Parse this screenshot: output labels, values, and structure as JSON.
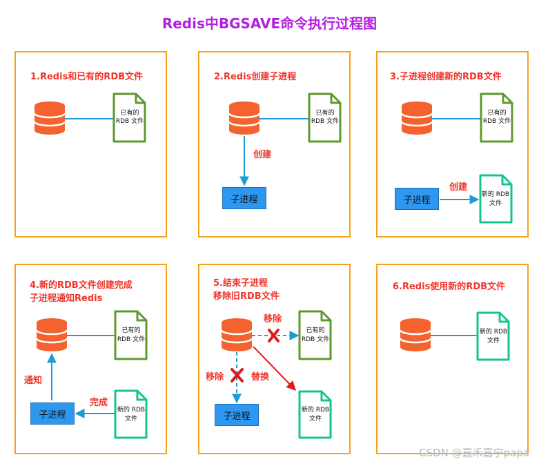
{
  "title": "Redis中BGSAVE命令执行过程图",
  "colors": {
    "title": "#b21fe0",
    "panel_border": "#f8a21a",
    "step_text": "#f0352b",
    "db": "#f4622f",
    "old_file": "#5d9a2b",
    "new_file": "#13c492",
    "process": "#2e98f0",
    "connector": "#1d9bd6",
    "replace_arrow": "#e01a1a"
  },
  "panels": [
    {
      "title_lines": [
        "1.Redis和已有的RDB文件"
      ],
      "file_label": [
        "已有的",
        "RDB 文件"
      ]
    },
    {
      "title_lines": [
        "2.Redis创建子进程"
      ],
      "file_label": [
        "已有的",
        "RDB 文件"
      ],
      "process_label": "子进程",
      "edge_label": "创建"
    },
    {
      "title_lines": [
        "3.子进程创建新的RDB文件"
      ],
      "file_label": [
        "已有的",
        "RDB 文件"
      ],
      "process_label": "子进程",
      "edge_label": "创建",
      "new_file_label": [
        "新的 RDB",
        "文件"
      ]
    },
    {
      "title_lines": [
        "4.新的RDB文件创建完成",
        "子进程通知Redis"
      ],
      "file_label": [
        "已有的",
        "RDB 文件"
      ],
      "process_label": "子进程",
      "notify_label": "通知",
      "done_label": "完成",
      "new_file_label": [
        "新的 RDB",
        "文件"
      ]
    },
    {
      "title_lines": [
        "5.结束子进程",
        "移除旧RDB文件"
      ],
      "file_label": [
        "已有的",
        "RDB 文件"
      ],
      "process_label": "子进程",
      "remove_label_1": "移除",
      "remove_label_2": "移除",
      "replace_label": "替换",
      "new_file_label": [
        "新的 RDB",
        "文件"
      ]
    },
    {
      "title_lines": [
        "6.Redis使用新的RDB文件"
      ],
      "new_file_label": [
        "新的 RDB",
        "文件"
      ]
    }
  ],
  "watermark": "CSDN @嘉禾嘉宁papa"
}
